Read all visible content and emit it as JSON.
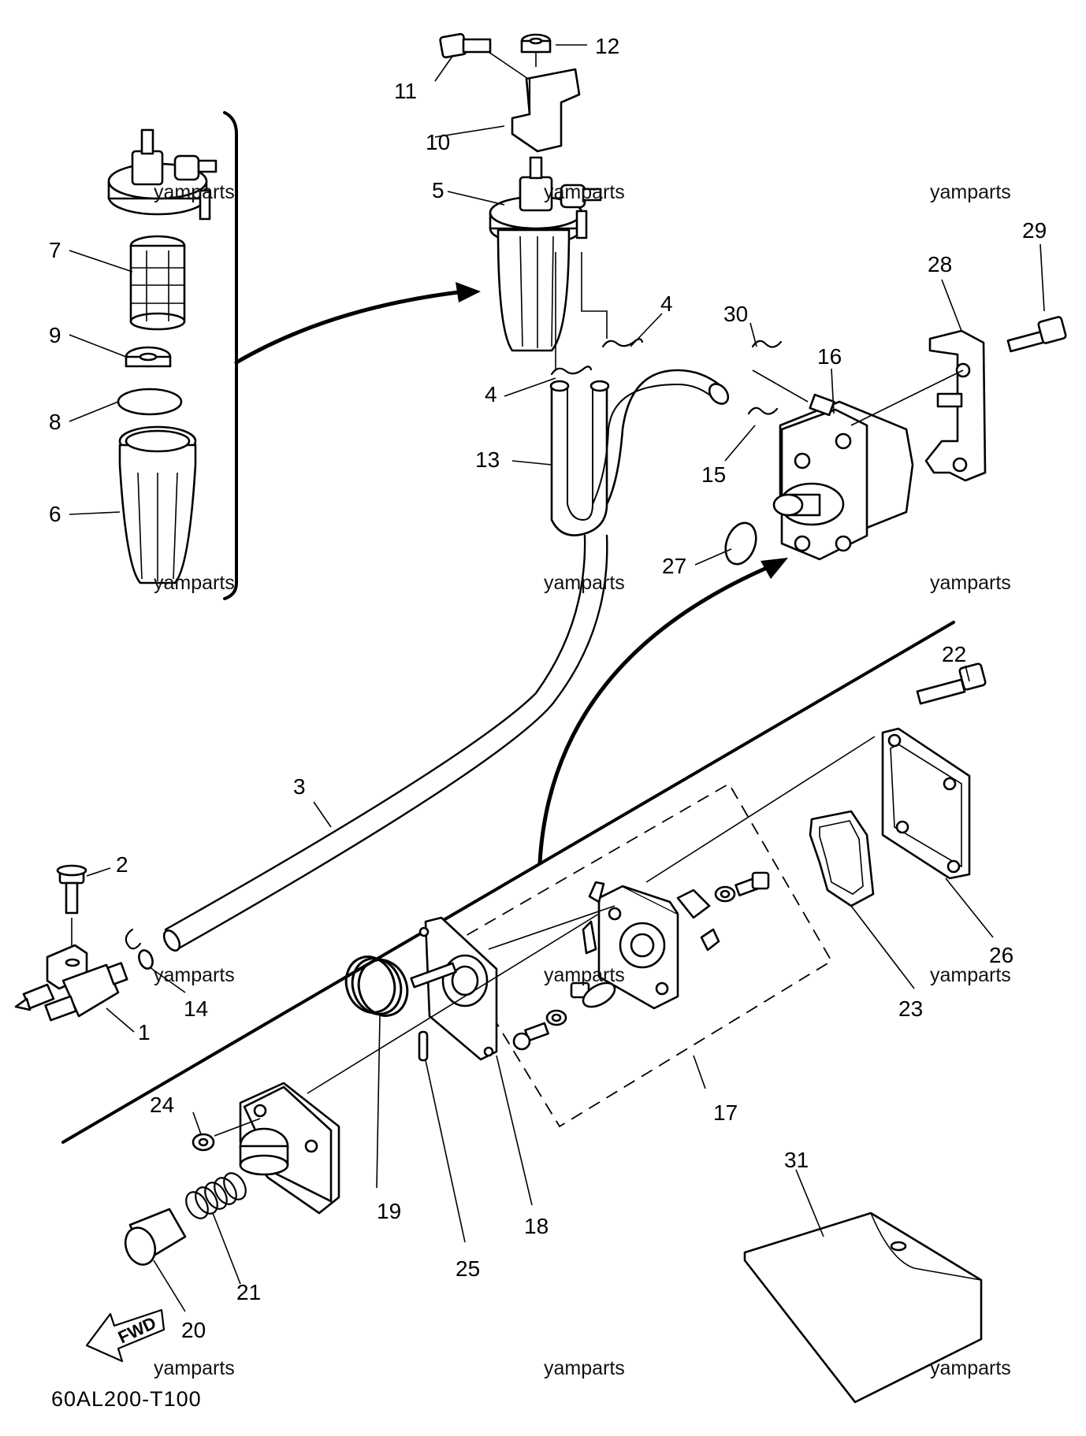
{
  "diagram": {
    "part_code": "60AL200-T100",
    "fwd_label": "FWD",
    "watermark": "yamparts",
    "callouts": [
      "1",
      "2",
      "3",
      "4",
      "4",
      "5",
      "6",
      "7",
      "8",
      "9",
      "10",
      "11",
      "12",
      "13",
      "14",
      "15",
      "16",
      "17",
      "18",
      "19",
      "20",
      "21",
      "22",
      "23",
      "24",
      "25",
      "26",
      "27",
      "28",
      "29",
      "30",
      "31"
    ]
  }
}
